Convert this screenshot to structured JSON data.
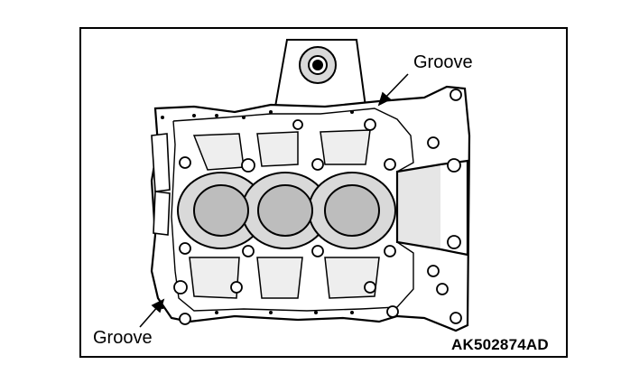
{
  "labels": {
    "groove_top": "Groove",
    "groove_bottom": "Groove"
  },
  "figure_code": "AK502874AD",
  "colors": {
    "stroke": "#000000",
    "fill_light": "#d9d9d9",
    "fill_mid": "#bdbdbd",
    "background": "#ffffff"
  }
}
